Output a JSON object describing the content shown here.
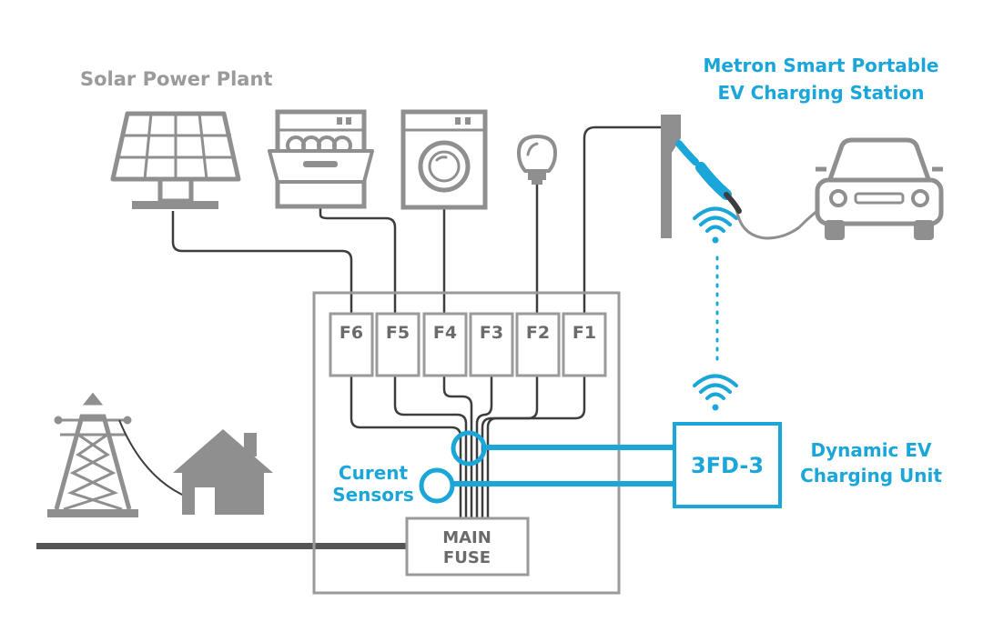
{
  "labels": {
    "solar": "Solar Power Plant",
    "ev_station_line1": "Metron Smart Portable",
    "ev_station_line2": "EV Charging Station",
    "sensors_line1": "Curent",
    "sensors_line2": "Sensors",
    "unit_line1": "Dynamic EV",
    "unit_line2": "Charging Unit",
    "unit_model": "3FD-3",
    "main_fuse_line1": "MAIN",
    "main_fuse_line2": "FUSE"
  },
  "fuses": [
    "F6",
    "F5",
    "F4",
    "F3",
    "F2",
    "F1"
  ],
  "icons": [
    "solar-panel-icon",
    "dishwasher-icon",
    "washing-machine-icon",
    "light-bulb-icon",
    "ev-charger-icon",
    "car-icon",
    "wifi-icon",
    "power-tower-icon",
    "house-icon"
  ],
  "colors": {
    "accent": "#1aa6d8",
    "device_gray": "#8f8f8f",
    "cable": "#3d3d3d",
    "ground": "#555555"
  }
}
